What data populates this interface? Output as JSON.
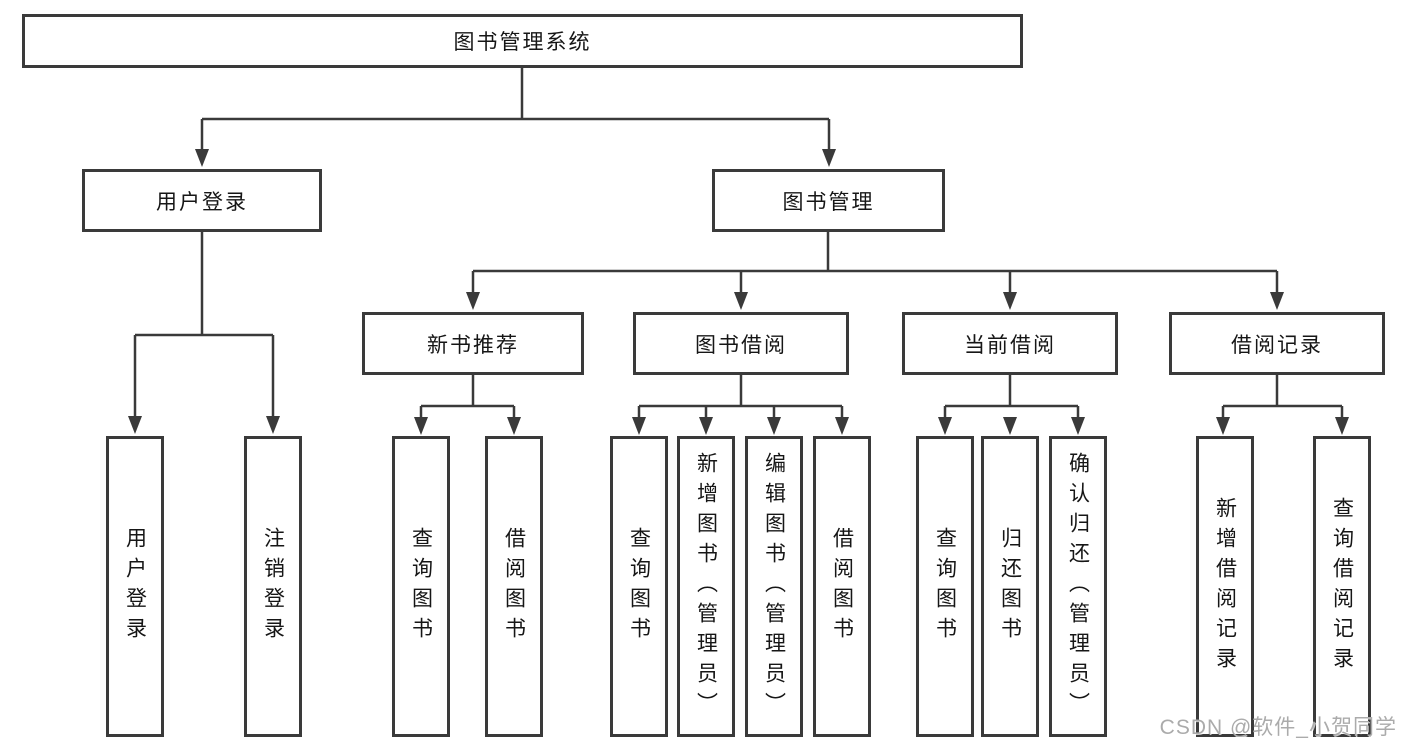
{
  "nodes": {
    "root": "图书管理系统",
    "user_login": "用户登录",
    "book_mgmt": "图书管理",
    "new_books": "新书推荐",
    "book_borrow": "图书借阅",
    "current_borrow": "当前借阅",
    "borrow_records": "借阅记录",
    "leaf_user_login": "用户登录",
    "leaf_logout": "注销登录",
    "leaf_nb_query": "查询图书",
    "leaf_nb_borrow": "借阅图书",
    "leaf_bb_query": "查询图书",
    "leaf_bb_add": "新增图书（管理员）",
    "leaf_bb_edit": "编辑图书（管理员）",
    "leaf_bb_borrow": "借阅图书",
    "leaf_cb_query": "查询图书",
    "leaf_cb_return": "归还图书",
    "leaf_cb_confirm": "确认归还（管理员）",
    "leaf_br_add": "新增借阅记录",
    "leaf_br_query": "查询借阅记录"
  },
  "watermark": "CSDN @软件_小贺同学",
  "colors": {
    "line": "#3a3a3a",
    "text": "#161616",
    "watermark": "#ababab",
    "background": "#ffffff"
  }
}
